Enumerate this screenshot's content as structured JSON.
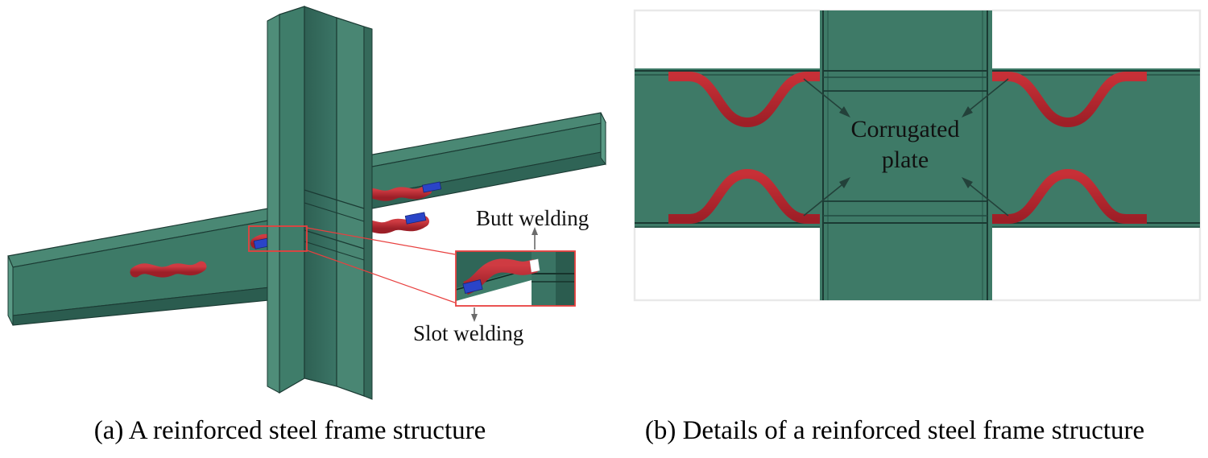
{
  "figure": {
    "background": "#ffffff",
    "colors": {
      "steel_green": "#3e7a67",
      "steel_green_light": "#4c8a77",
      "steel_green_dark": "#2f6153",
      "steel_green_darker": "#26544a",
      "corrugated_red": "#b3262f",
      "corrugated_red_light": "#cf3b42",
      "slot_weld_blue": "#2a44c8",
      "butt_weld_white": "#ffffff",
      "callout_red": "#e8403f",
      "outline_dark": "#1b3a33",
      "frame_gray": "#e9e9e9",
      "leader_gray": "#6b6b6b",
      "arrow_dark": "#23413a"
    }
  },
  "panel_a": {
    "id": "a",
    "annotations": {
      "butt_welding": "Butt welding",
      "slot_welding": "Slot welding"
    },
    "parts": {
      "column": "steel-i-column",
      "beam": "steel-i-beam",
      "corrugated_plate": "corrugated-plate",
      "detail_inset": "detail-inset",
      "callout_box": "callout-box"
    }
  },
  "panel_b": {
    "id": "b",
    "annotations": {
      "corrugated_plate_line1": "Corrugated",
      "corrugated_plate_line2": "plate"
    },
    "parts": {
      "column": "steel-column-elevation",
      "beam_left": "steel-beam-left",
      "beam_right": "steel-beam-right",
      "corrugated_plates": "corrugated-plates",
      "stiffeners": "column-stiffeners"
    }
  },
  "captions": {
    "a": "(a) A reinforced steel frame structure",
    "b": "(b) Details of a reinforced steel frame structure"
  }
}
